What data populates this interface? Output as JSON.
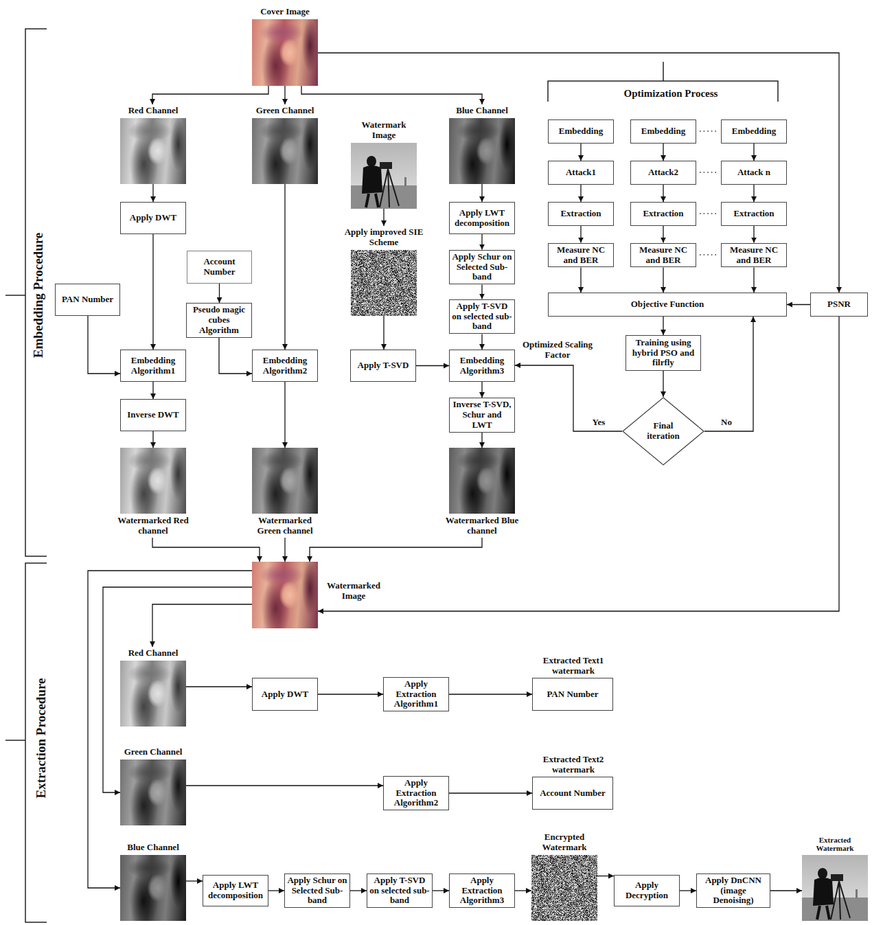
{
  "diagram": {
    "nodes": [
      {
        "text": [
          "Cover Image"
        ]
      },
      {
        "text": [
          "Red Channel"
        ]
      },
      {
        "text": [
          "Green Channel"
        ]
      },
      {
        "text": [
          "Watermark Image"
        ]
      },
      {
        "text": [
          "Blue Channel"
        ]
      },
      {
        "text": [
          "Embedding"
        ]
      },
      {
        "text": [
          "Embedding"
        ]
      },
      {
        "text": [
          "Embedding"
        ]
      },
      {
        "text": [
          "Attack1"
        ]
      },
      {
        "text": [
          "Attack2"
        ]
      },
      {
        "text": [
          "Attack n"
        ]
      },
      {
        "text": [
          "Apply DWT"
        ]
      },
      {
        "text": [
          "Apply LWT decomposition"
        ]
      },
      {
        "text": [
          "Extraction"
        ]
      },
      {
        "text": [
          "Extraction"
        ]
      },
      {
        "text": [
          "Extraction"
        ]
      },
      {
        "text": [
          "Apply improved SIE Scheme"
        ]
      },
      {
        "text": [
          "Account Number"
        ]
      },
      {
        "text": [
          "Apply Schur on Selected Sub-band"
        ]
      },
      {
        "text": [
          "Measure NC and BER"
        ]
      },
      {
        "text": [
          "Measure NC and BER"
        ]
      },
      {
        "text": [
          "Measure NC and BER"
        ]
      },
      {
        "text": [
          "PAN Number"
        ]
      },
      {
        "text": [
          "Objective Function"
        ]
      },
      {
        "text": [
          "PSNR"
        ]
      },
      {
        "text": [
          "Pseudo magic cubes Algorithm"
        ]
      },
      {
        "text": [
          "Apply T-SVD on selected sub-band"
        ]
      },
      {
        "text": [
          "Training using hybrid PSO and filrfly"
        ]
      },
      {
        "text": [
          "Embedding Algorithm1"
        ]
      },
      {
        "text": [
          "Embedding Algorithm2"
        ]
      },
      {
        "text": [
          "Apply T-SVD"
        ]
      },
      {
        "text": [
          "Embedding Algorithm3"
        ]
      },
      {
        "text": [
          "Inverse DWT"
        ]
      },
      {
        "text": [
          "Inverse T-SVD, Schur and LWT"
        ]
      },
      {
        "text": [
          "Final iteration"
        ]
      },
      {
        "text": [
          "Watermarked Red channel"
        ]
      },
      {
        "text": [
          "Watermarked Green channel"
        ]
      },
      {
        "text": [
          "Watermarked Blue channel"
        ]
      },
      {
        "text": [
          "Watermarked Image"
        ]
      },
      {
        "text": [
          "Red Channel"
        ]
      },
      {
        "text": [
          "Apply DWT"
        ]
      },
      {
        "text": [
          "Apply Extraction Algorithm1"
        ]
      },
      {
        "text": [
          "Extracted Text1 watermark",
          "PAN Number"
        ]
      },
      {
        "text": [
          "Green Channel"
        ]
      },
      {
        "text": [
          "Apply Extraction Algorithm2"
        ]
      },
      {
        "text": [
          "Extracted Text2 watermark",
          "Account Number"
        ]
      },
      {
        "text": [
          "Blue Channel"
        ]
      },
      {
        "text": [
          "Apply LWT decomposition"
        ]
      },
      {
        "text": [
          "Apply Schur on Selected Sub-band"
        ]
      },
      {
        "text": [
          "Apply T-SVD on selected sub-band"
        ]
      },
      {
        "text": [
          "Apply Extraction Algorithm3"
        ]
      },
      {
        "text": [
          "Encrypted Watermark"
        ]
      },
      {
        "text": [
          "Apply Decryption"
        ]
      },
      {
        "text": [
          "Apply DnCNN (image Denoising)"
        ]
      },
      {
        "text": [
          "Extracted Watermark"
        ]
      }
    ],
    "edges": [
      {
        "from": 0,
        "to": 1,
        "arrow": "to"
      },
      {
        "from": 0,
        "to": 2,
        "arrow": "to"
      },
      {
        "from": 0,
        "to": 4,
        "arrow": "to"
      },
      {
        "from": 0,
        "to": 24,
        "arrow": "to"
      },
      {
        "from": 1,
        "to": 11,
        "arrow": "to"
      },
      {
        "from": 3,
        "to": 16,
        "arrow": "to"
      },
      {
        "from": 4,
        "to": 12,
        "arrow": "to"
      },
      {
        "from": 5,
        "to": 8,
        "arrow": "to"
      },
      {
        "from": 6,
        "to": 9,
        "arrow": "to"
      },
      {
        "from": 7,
        "to": 10,
        "arrow": "to"
      },
      {
        "from": 8,
        "to": 13,
        "arrow": "to"
      },
      {
        "from": 9,
        "to": 14,
        "arrow": "to"
      },
      {
        "from": 10,
        "to": 15,
        "arrow": "to"
      },
      {
        "from": 13,
        "to": 19,
        "arrow": "to"
      },
      {
        "from": 14,
        "to": 20,
        "arrow": "to"
      },
      {
        "from": 15,
        "to": 21,
        "arrow": "to"
      },
      {
        "from": 19,
        "to": 23,
        "arrow": "to"
      },
      {
        "from": 20,
        "to": 23,
        "arrow": "to"
      },
      {
        "from": 21,
        "to": 23,
        "arrow": "to"
      },
      {
        "from": 24,
        "to": 23,
        "arrow": "to"
      },
      {
        "from": 11,
        "to": 28,
        "arrow": "to"
      },
      {
        "from": 12,
        "to": 18,
        "arrow": "to"
      },
      {
        "from": 17,
        "to": 25,
        "arrow": "to"
      },
      {
        "from": 18,
        "to": 26,
        "arrow": "to"
      },
      {
        "from": 22,
        "to": 28,
        "arrow": "to"
      },
      {
        "from": 25,
        "to": 29,
        "arrow": "to"
      },
      {
        "from": 2,
        "to": 29,
        "arrow": "to"
      },
      {
        "from": 16,
        "to": 30,
        "arrow": "to"
      },
      {
        "from": 30,
        "to": 31,
        "arrow": "to"
      },
      {
        "from": 26,
        "to": 31,
        "arrow": "to"
      },
      {
        "from": 23,
        "to": 27,
        "arrow": "to"
      },
      {
        "from": 27,
        "to": 34,
        "arrow": "to"
      },
      {
        "from": 34,
        "to": 31,
        "label": "Yes",
        "arrow": "to"
      },
      {
        "from": 34,
        "to": 23,
        "label": "No",
        "arrow": "to"
      },
      {
        "from": 28,
        "to": 32,
        "arrow": "to"
      },
      {
        "from": 32,
        "to": 35,
        "arrow": "to"
      },
      {
        "from": 29,
        "to": 36,
        "arrow": "to"
      },
      {
        "from": 31,
        "to": 33,
        "arrow": "to"
      },
      {
        "from": 33,
        "to": 37,
        "arrow": "to"
      },
      {
        "from": 35,
        "to": 38,
        "arrow": "to"
      },
      {
        "from": 36,
        "to": 38,
        "arrow": "to"
      },
      {
        "from": 37,
        "to": 38,
        "arrow": "to"
      },
      {
        "from": 24,
        "to": 38,
        "arrow": "to"
      },
      {
        "from": 38,
        "to": 39,
        "arrow": "to"
      },
      {
        "from": 38,
        "to": 43,
        "arrow": "to"
      },
      {
        "from": 38,
        "to": 46,
        "arrow": "to"
      },
      {
        "from": 39,
        "to": 40,
        "arrow": "to"
      },
      {
        "from": 40,
        "to": 41,
        "arrow": "to"
      },
      {
        "from": 41,
        "to": 42,
        "arrow": "to"
      },
      {
        "from": 43,
        "to": 44,
        "arrow": "to"
      },
      {
        "from": 44,
        "to": 45,
        "arrow": "to"
      },
      {
        "from": 46,
        "to": 47,
        "arrow": "to"
      },
      {
        "from": 47,
        "to": 48,
        "arrow": "to"
      },
      {
        "from": 48,
        "to": 49,
        "arrow": "to"
      },
      {
        "from": 49,
        "to": 50,
        "arrow": "to"
      },
      {
        "from": 50,
        "to": 51,
        "arrow": "to"
      },
      {
        "from": 51,
        "to": 52,
        "arrow": "to"
      },
      {
        "from": 52,
        "to": 53,
        "arrow": "to"
      },
      {
        "from": 53,
        "to": 54,
        "arrow": "to"
      }
    ],
    "labels": [
      "Embedding Procedure",
      "Extraction Procedure",
      "Optimization Process",
      "Optimized Scaling Factor"
    ]
  }
}
